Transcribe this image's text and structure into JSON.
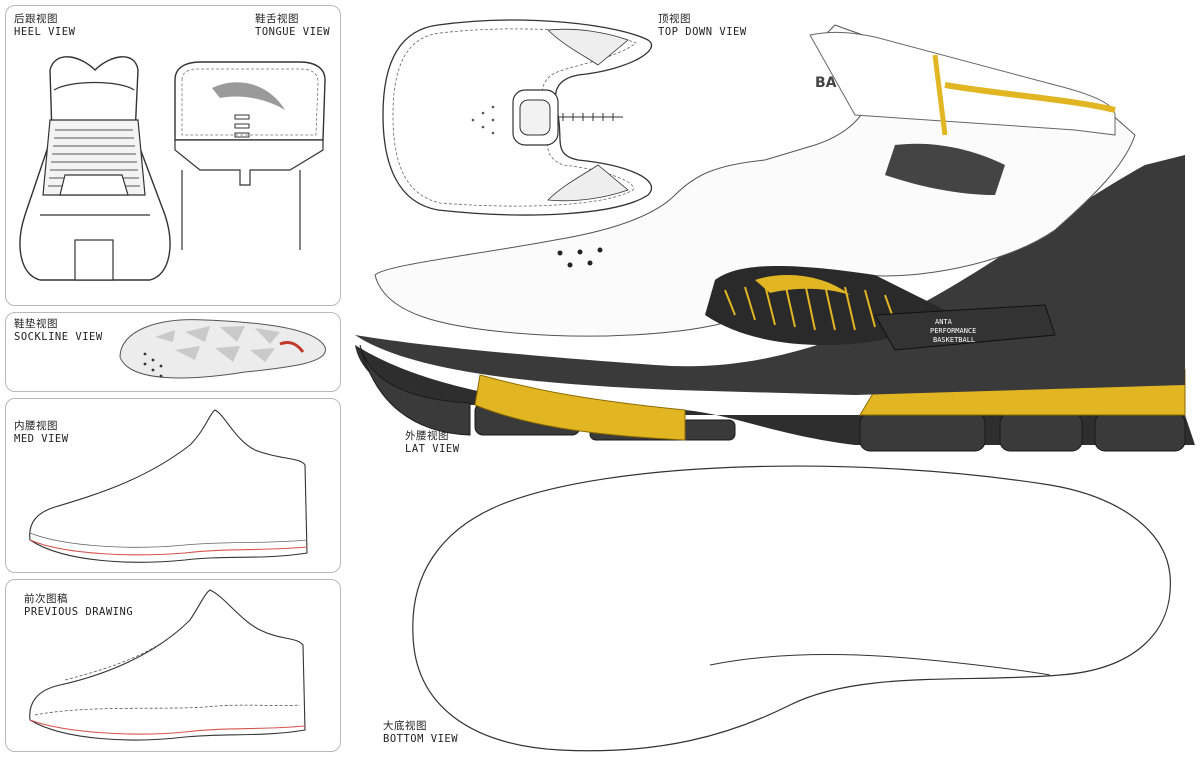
{
  "views": {
    "heel": {
      "zh": "后跟视图",
      "en": "HEEL VIEW"
    },
    "tongue": {
      "zh": "鞋舌视图",
      "en": "TONGUE VIEW"
    },
    "top": {
      "zh": "顶视图",
      "en": "TOP DOWN VIEW"
    },
    "sockline": {
      "zh": "鞋垫视图",
      "en": "SOCKLINE VIEW"
    },
    "med": {
      "zh": "内腰视图",
      "en": "MED VIEW"
    },
    "lat": {
      "zh": "外腰视图",
      "en": "LAT VIEW"
    },
    "previous": {
      "zh": "前次图稿",
      "en": "PREVIOUS DRAWING"
    },
    "bottom": {
      "zh": "大底视图",
      "en": "BOTTOM VIEW"
    }
  },
  "shoe": {
    "badge_text": "ANTA PERFORMANCE BASKETBALL",
    "badge_lines": [
      "ANTA",
      "PERFORMANCE",
      "BASKETBALL"
    ],
    "strap_mark": "BA"
  },
  "colors": {
    "accent_yellow": "#e2b622",
    "outsole_dark": "#2e2e2e",
    "upper_white": "#ffffff",
    "outline_red": "#d9534f"
  }
}
